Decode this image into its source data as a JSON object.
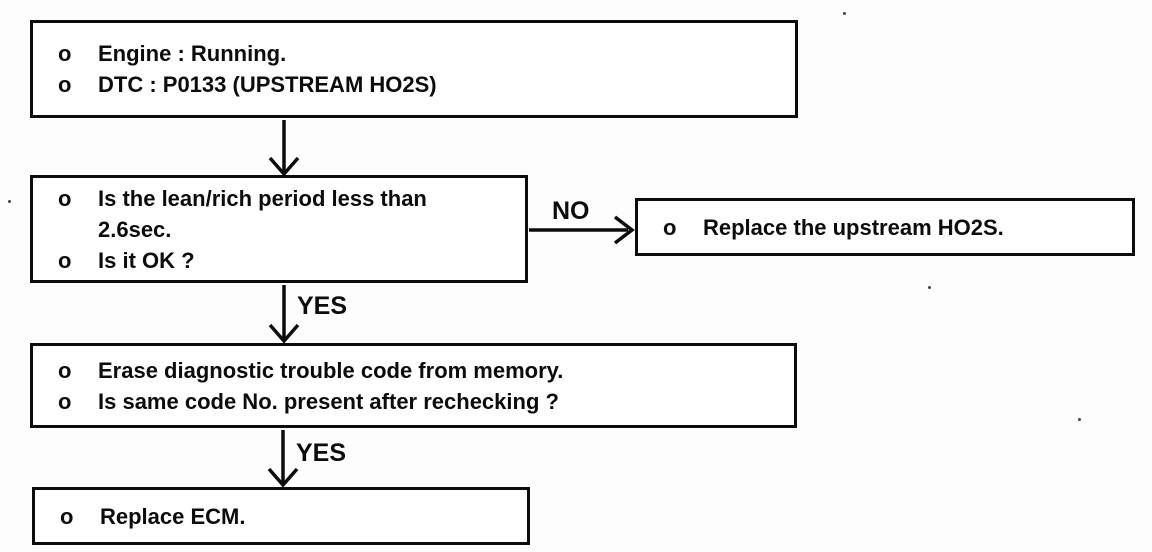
{
  "diagram": {
    "title_semantic": "DTC P0133 upstream HO2S diagnostic flowchart",
    "colors": {
      "ink": "#0c0c0c",
      "paper": "#fdfdfd"
    },
    "boxes": {
      "start": {
        "lines": [
          {
            "bullet": "o",
            "text": "Engine : Running."
          },
          {
            "bullet": "o",
            "text": "DTC : P0133 (UPSTREAM HO2S)"
          }
        ]
      },
      "decision1": {
        "lines": [
          {
            "bullet": "o",
            "text": "Is the lean/rich period less than"
          },
          {
            "bullet": "",
            "text": "2.6sec."
          },
          {
            "bullet": "o",
            "text": "Is it OK ?"
          }
        ]
      },
      "replace_ho2s": {
        "lines": [
          {
            "bullet": "o",
            "text": "Replace the upstream HO2S."
          }
        ]
      },
      "decision2": {
        "lines": [
          {
            "bullet": "o",
            "text": "Erase diagnostic trouble code from memory."
          },
          {
            "bullet": "o",
            "text": "Is same code No. present after rechecking ?"
          }
        ]
      },
      "replace_ecm": {
        "lines": [
          {
            "bullet": "o",
            "text": "Replace ECM."
          }
        ]
      }
    },
    "labels": {
      "no": "NO",
      "yes_1": "YES",
      "yes_2": "YES"
    }
  }
}
